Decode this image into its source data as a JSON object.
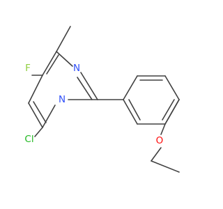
{
  "molecule": {
    "atoms": {
      "n_top": {
        "label": "N",
        "color": "#3050F8"
      },
      "n_bottom": {
        "label": "N",
        "color": "#3050F8"
      },
      "fluorine": {
        "label": "F",
        "color": "#8FCF3F"
      },
      "chlorine": {
        "label": "Cl",
        "color": "#1FB81F"
      },
      "oxygen": {
        "label": "O",
        "color": "#FF0D0D"
      }
    },
    "bond_color": "#404040"
  }
}
